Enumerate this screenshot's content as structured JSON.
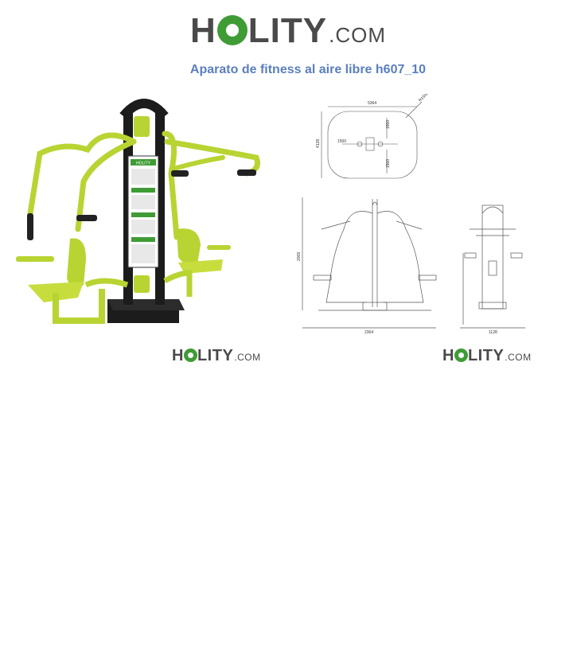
{
  "header": {
    "logo": {
      "brand_h": "H",
      "brand_rest": "LITY",
      "domain": ".COM"
    }
  },
  "product": {
    "title": "Aparato de fitness al aire libre h607_10"
  },
  "images": {
    "product_photo": {
      "logo": {
        "brand_h": "H",
        "brand_rest": "LITY",
        "domain": ".COM"
      },
      "panel_label": "HOLITY"
    },
    "technical_drawing": {
      "logo": {
        "brand_h": "H",
        "brand_rest": "LITY",
        "domain": ".COM"
      },
      "dimensions": {
        "area_width": "5364",
        "radius": "R1500",
        "area_depth": "4128",
        "clear_left": "1500",
        "clear_top": "1500",
        "clear_bottom": "1500",
        "height": "2009",
        "front_width": "2364",
        "side_width": "1128"
      }
    }
  },
  "colors": {
    "brand_green": "#3f9c35",
    "title_blue": "#5a7fc0",
    "equipment_lime": "#b8d433",
    "frame_dark": "#1c1c1c"
  }
}
